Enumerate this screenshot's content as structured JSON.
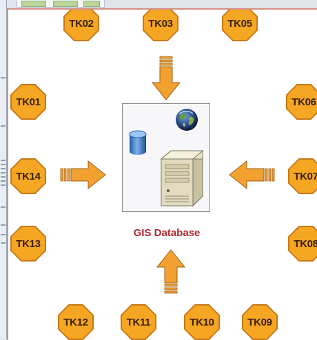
{
  "diagram": {
    "center_label": "GIS Database",
    "icons": [
      "globe-icon",
      "database-cylinder-icon",
      "server-tower-icon"
    ],
    "nodes": [
      "TK01",
      "TK02",
      "TK03",
      "TK05",
      "TK06",
      "TK07",
      "TK08",
      "TK09",
      "TK10",
      "TK11",
      "TK12",
      "TK13",
      "TK14"
    ],
    "colors": {
      "node_fill": "#f5a623",
      "arrow_fill": "#f2a030",
      "label": "#b0252b"
    }
  }
}
